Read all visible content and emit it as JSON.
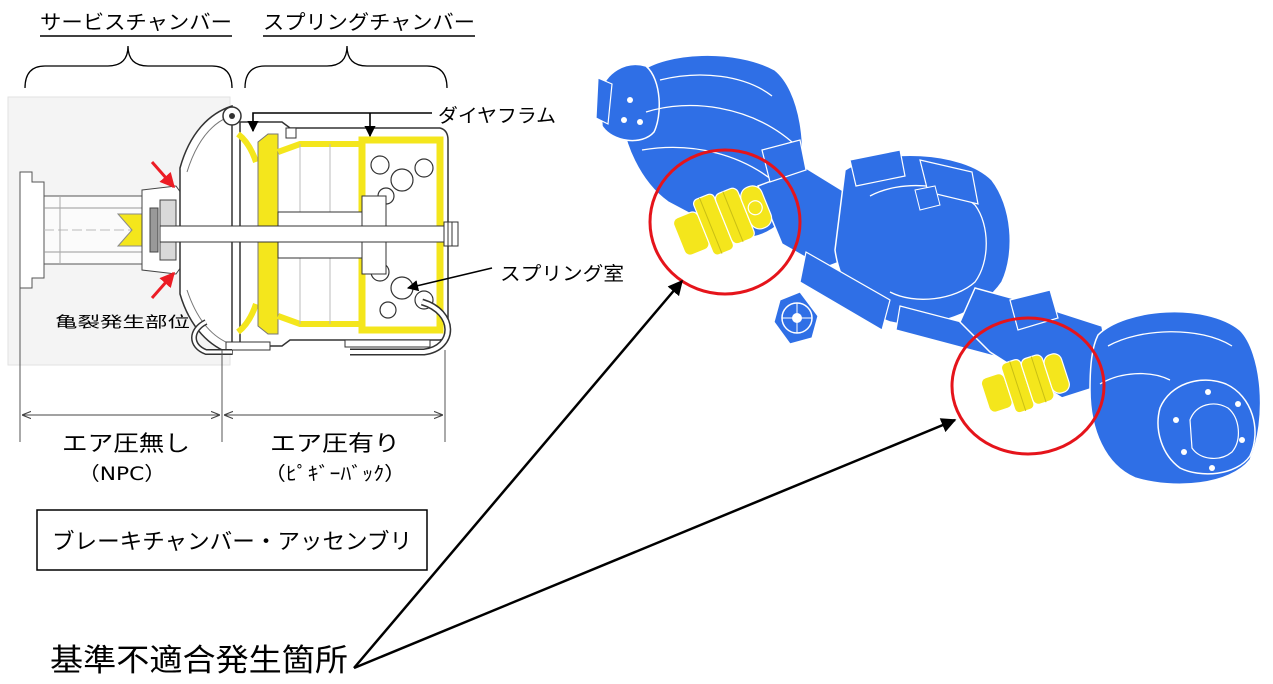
{
  "labels": {
    "service_chamber": "サービスチャンバー",
    "spring_chamber": "スプリングチャンバー",
    "diaphragm": "ダイヤフラム",
    "spring_room": "スプリング室",
    "crack_location": "亀裂発生部位",
    "no_air": "エア圧無し",
    "npc": "（NPC）",
    "with_air": "エア圧有り",
    "piggyback": "（ﾋﾟｷﾞｰﾊﾞｯｸ）",
    "assembly": "ブレーキチャンバー・アッセンブリ",
    "nonconformity": "基準不適合発生箇所"
  },
  "colors": {
    "axle_blue": "#2f6fe6",
    "chamber_yellow": "#f4e61c",
    "highlight_red": "#e5141b",
    "crack_arrow_red": "#ec1c24",
    "leader_black": "#000000"
  },
  "icons": {
    "crack_pointer": "red-arrow-icon",
    "location_pointer": "black-arrow-icon"
  }
}
